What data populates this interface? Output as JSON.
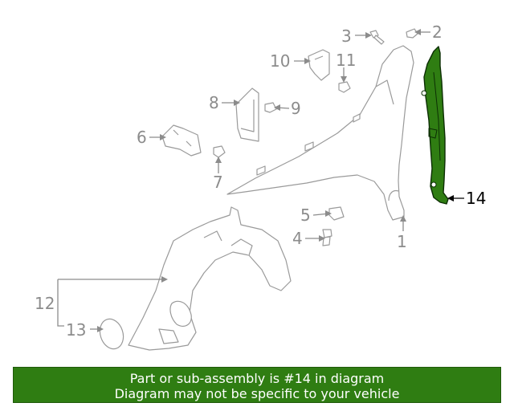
{
  "diagram": {
    "callouts": [
      {
        "id": "c1",
        "label": "1"
      },
      {
        "id": "c2",
        "label": "2"
      },
      {
        "id": "c3",
        "label": "3"
      },
      {
        "id": "c4",
        "label": "4"
      },
      {
        "id": "c5",
        "label": "5"
      },
      {
        "id": "c6",
        "label": "6"
      },
      {
        "id": "c7",
        "label": "7"
      },
      {
        "id": "c8",
        "label": "8"
      },
      {
        "id": "c9",
        "label": "9"
      },
      {
        "id": "c10",
        "label": "10"
      },
      {
        "id": "c11",
        "label": "11"
      },
      {
        "id": "c12",
        "label": "12"
      },
      {
        "id": "c13",
        "label": "13"
      },
      {
        "id": "c14",
        "label": "14"
      }
    ],
    "highlighted_part": "14",
    "colors": {
      "highlight_fill": "#2f7d12",
      "part_stroke": "#9a9a9a",
      "callout_text": "#8c8c8c",
      "banner_bg": "#2f7d12",
      "banner_text": "#ffffff"
    }
  },
  "banner": {
    "line1": "Part or sub-assembly is #14 in diagram",
    "line2": "Diagram may not be specific to your vehicle"
  }
}
